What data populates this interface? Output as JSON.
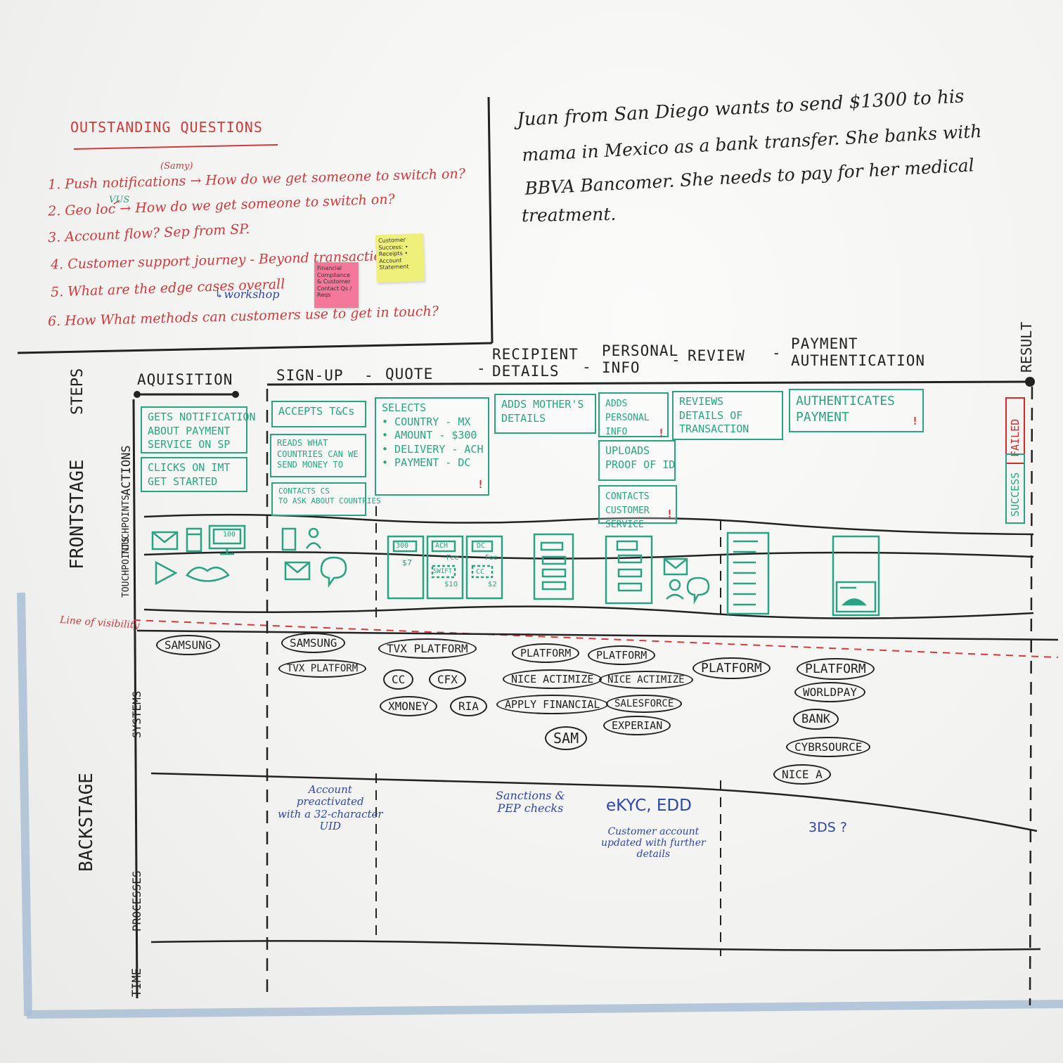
{
  "scenario": {
    "line1": "Juan from San Diego wants to send $1300 to his",
    "line2": "mama in Mexico as a bank transfer. She banks with",
    "line3": "BBVA Bancomer. She needs to pay for her medical",
    "line4": "treatment."
  },
  "questions": {
    "title": "OUTSTANDING QUESTIONS",
    "q1": "1. Push notifications → How do we get someone to switch on?",
    "q1_note": "(Samy)",
    "q2": "2. Geo loc → How do we get someone to switch on?",
    "q2_note": "VUS",
    "q3": "3. Account flow? Sep from SP.",
    "q4": "4. Customer support journey - Beyond transactional.",
    "q5": "5. What are the edge cases overall",
    "q5_note": "↳workshop",
    "q6": "6. How What methods can customers use to get in touch?",
    "sticky_pink": "Financial Compliance & Customer Contact Qs / Reqs",
    "sticky_yellow": "Customer Success: • Receipts • Account Statement"
  },
  "lanes": {
    "steps": "STEPS",
    "frontstage": "FRONTSTAGE",
    "actions": "ACTIONS",
    "touchpoints_1": "TOUCHPOINTS",
    "touchpoints_2": "TOUCHPOINTS",
    "line_of_visibility": "Line of visibility",
    "backstage": "BACKSTAGE",
    "systems": "SYSTEMS",
    "processes": "PROCESSES",
    "time": "TIME"
  },
  "steps": {
    "acquisition": "AQUISITION",
    "signup": "SIGN-UP",
    "quote": "QUOTE",
    "recipient": "RECIPIENT\nDETAILS",
    "personal": "PERSONAL\nINFO",
    "review": "REVIEW",
    "payment": "PAYMENT\nAUTHENTICATION",
    "result": "RESULT",
    "dash1": "-",
    "dash2": "-",
    "dash3": "-",
    "dash4": "-",
    "dash5": "-"
  },
  "actions": {
    "a1": "GETS NOTIFICATION\nABOUT PAYMENT\nSERVICE ON SP",
    "a2": "CLICKS ON IMT\nGET STARTED",
    "a3": "ACCEPTS T&Cs",
    "a4": "READS WHAT\nCOUNTRIES CAN WE\nSEND MONEY TO",
    "a5": "CONTACTS CS\nTO ASK ABOUT COUNTRIES",
    "a6": "SELECTS\n• COUNTRY - MX\n• AMOUNT - $300\n• DELIVERY - ACH\n• PAYMENT - DC",
    "a7": "ADDS MOTHER'S\nDETAILS",
    "a8": "ADDS\nPERSONAL\nINFO",
    "a9": "UPLOADS\nPROOF OF ID",
    "a10": "CONTACTS\nCUSTOMER\nSERVICE",
    "a11": "REVIEWS\nDETAILS OF\nTRANSACTION",
    "a12": "AUTHENTICATES\nPAYMENT",
    "excl": "!"
  },
  "result": {
    "failed": "FAILED",
    "success": "SUCCESS"
  },
  "touchpoints": {
    "tp100": "100",
    "tp300": "300",
    "ach": "ACH",
    "dc": "DC",
    "fee1": "Fee",
    "fee2": "Fee",
    "t7": "$7",
    "swift": "SWIFT",
    "cc": "CC",
    "t10": "$10",
    "t2": "$2"
  },
  "systems": {
    "s1": "SAMSUNG",
    "s2": "SAMSUNG",
    "s3": "TVX PLATFORM",
    "s4": "TVX PLATFORM",
    "s5": "CC",
    "s6": "CFX",
    "s7": "XMONEY",
    "s8": "RIA",
    "s9": "PLATFORM",
    "s10": "NICE ACTIMIZE",
    "s11": "APPLY FINANCIAL",
    "s12": "SAM",
    "s13": "PLATFORM",
    "s14": "NICE ACTIMIZE",
    "s15": "SALESFORCE",
    "s16": "EXPERIAN",
    "s17": "PLATFORM",
    "s18": "PLATFORM",
    "s19": "WORLDPAY",
    "s20": "BANK",
    "s21": "CYBRSOURCE",
    "s22": "NICE A"
  },
  "processes": {
    "p1": "Account\npreactivated\nwith a 32-character\nUID",
    "p2": "Sanctions &\nPEP checks",
    "p3": "eKYC, EDD",
    "p4": "Customer account\nupdated with further\ndetails",
    "p5": "3DS ?"
  },
  "colors": {
    "green": "#2aa384",
    "red": "#cc3b3b",
    "blue": "#2c47a8",
    "ink": "#222222",
    "tape": "#a9bfd6",
    "pink_sticky": "#f4789a",
    "yellow_sticky": "#eef07a"
  }
}
